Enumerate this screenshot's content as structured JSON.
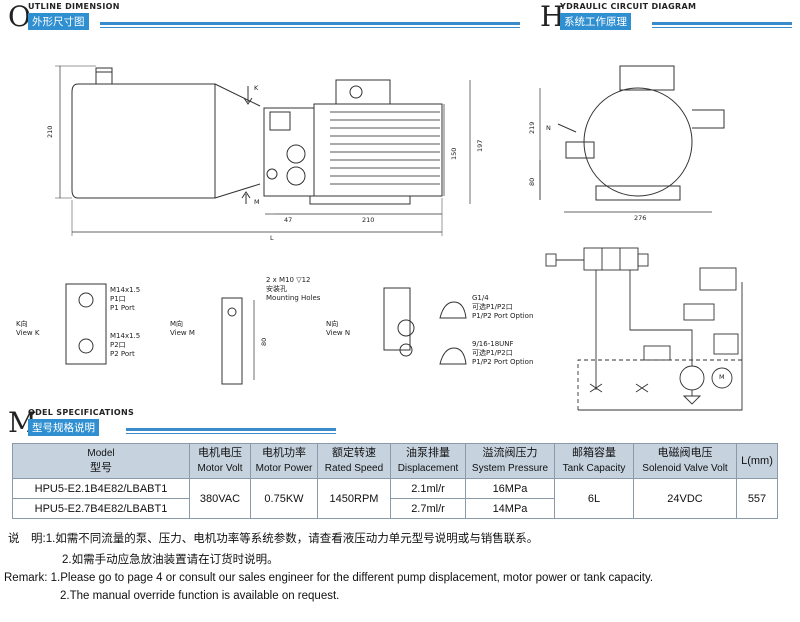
{
  "sections": {
    "outline": {
      "letter": "O",
      "en": "UTLINE DIMENSION",
      "zh": "外形尺寸图"
    },
    "hydraulic": {
      "letter": "H",
      "en": "YDRAULIC CIRCUIT DIAGRAM",
      "zh": "系统工作原理"
    },
    "model": {
      "letter": "M",
      "en": "ODEL SPECIFICATIONS",
      "zh": "型号规格说明"
    }
  },
  "drawing_labels": {
    "dim_210_v": "210",
    "dim_k": "K",
    "dim_m": "M",
    "dim_150": "150",
    "dim_197": "197",
    "dim_n": "N",
    "dim_47": "47",
    "dim_210_h": "210",
    "dim_l": "L",
    "hc_219": "219",
    "hc_80": "80",
    "hc_276": "276",
    "hc_n": "N",
    "k_port1_a": "M14x1.5",
    "k_port1_b": "P1口",
    "k_port1_c": "P1 Port",
    "k_port2_a": "M14x1.5",
    "k_port2_b": "P2口",
    "k_port2_c": "P2 Port",
    "k_view_zh": "K向",
    "k_view_en": "View K",
    "m_holes_a": "2 x M10 ▽12",
    "m_holes_b": "安装孔",
    "m_holes_c": "Mounting Holes",
    "m_view_zh": "M向",
    "m_view_en": "View M",
    "m_dim_80": "80",
    "n_view_zh": "N向",
    "n_view_en": "View N",
    "n_opt1_a": "G1/4",
    "n_opt1_b": "可选P1/P2口",
    "n_opt1_c": "P1/P2 Port Option",
    "n_opt2_a": "9/16-18UNF",
    "n_opt2_b": "可选P1/P2口",
    "n_opt2_c": "P1/P2 Port Option",
    "hc_m": "M"
  },
  "table": {
    "headers": [
      {
        "zh": "型号",
        "zh_top": "Model",
        "en": ""
      },
      {
        "zh": "电机电压",
        "en": "Motor Volt"
      },
      {
        "zh": "电机功率",
        "en": "Motor Power"
      },
      {
        "zh": "额定转速",
        "en": "Rated Speed"
      },
      {
        "zh": "油泵排量",
        "en": "Displacement"
      },
      {
        "zh": "溢流阀压力",
        "en": "System Pressure"
      },
      {
        "zh": "邮箱容量",
        "en": "Tank Capacity"
      },
      {
        "zh": "电磁阀电压",
        "en": "Solenoid Valve Volt"
      },
      {
        "zh": "",
        "en": "L(mm)"
      }
    ],
    "rows": [
      {
        "model": "HPU5-E2.1B4E82/LBABT1",
        "displacement": "2.1ml/r",
        "pressure": "16MPa"
      },
      {
        "model": "HPU5-E2.7B4E82/LBABT1",
        "displacement": "2.7ml/r",
        "pressure": "14MPa"
      }
    ],
    "shared": {
      "volt": "380VAC",
      "power": "0.75KW",
      "speed": "1450RPM",
      "tank": "6L",
      "valve": "24VDC",
      "length": "557"
    }
  },
  "notes": {
    "zh_label": "说　明:",
    "zh_1": "1.如需不同流量的泵、压力、电机功率等系统参数，请查看液压动力单元型号说明或与销售联系。",
    "zh_2": "2.如需手动应急放油装置请在订货时说明。",
    "en_label": "Remark:",
    "en_1": "1.Please go to page 4 or consult our sales engineer for the different pump displacement, motor power or tank capacity.",
    "en_2": "2.The manual override function is available on request."
  }
}
